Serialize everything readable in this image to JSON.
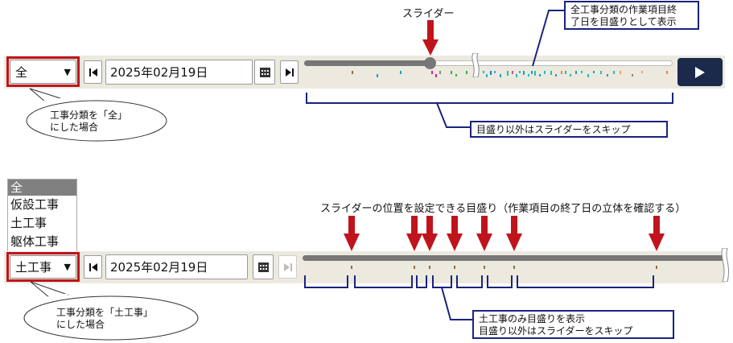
{
  "top": {
    "select_value": "全",
    "date": "2025年02月19日",
    "label_slider": "スライダー",
    "note_ticks": [
      "全工事分類の作業項目終",
      "了日を目盛りとして表示"
    ],
    "note_skip": "目盛り以外はスライダーをスキップ",
    "bubble": [
      "工事分類を「全」",
      "にした場合"
    ],
    "slider_value": 0.33
  },
  "bottom": {
    "dropdown_options": [
      "全",
      "仮設工事",
      "土工事",
      "躯体工事"
    ],
    "select_value": "土工事",
    "date": "2025年02月19日",
    "label_ticks": "スライダーの位置を設定できる目盛り（作業項目の終了日の立体を確認する）",
    "note_lines": [
      "土工事のみ目盛りを表示",
      "目盛り以外はスライダーをスキップ"
    ],
    "bubble": [
      "工事分類を「土工事」",
      "にした場合"
    ]
  },
  "colors": {
    "accent_red": "#c0141c",
    "navy": "#1a237e",
    "play_button": "#1b2a4a",
    "toolbar_bg": "#ece9df"
  },
  "icons": {
    "prev": "skip-back-icon",
    "next": "skip-forward-icon",
    "calendar": "calendar-icon",
    "play": "play-icon",
    "dropdown": "chevron-down-icon"
  }
}
